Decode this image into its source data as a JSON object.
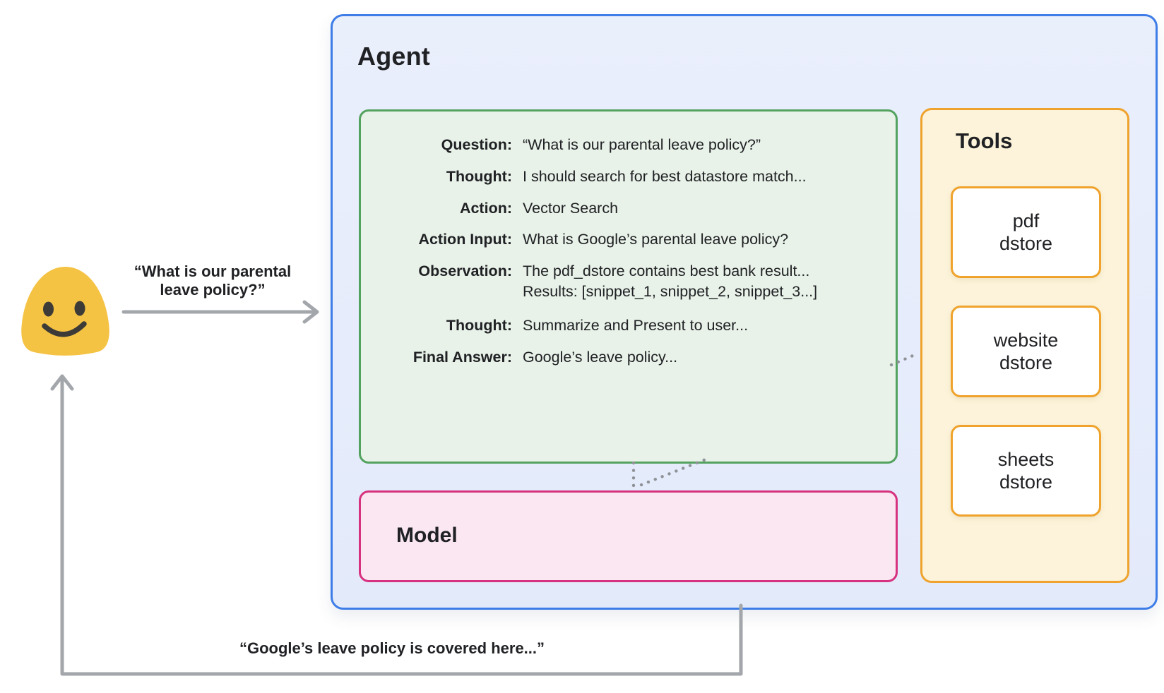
{
  "colors": {
    "agent_fill": "#e6ecfb",
    "agent_border": "#3e7de7",
    "scratchpad_fill": "#e8f2e9",
    "scratchpad_border": "#54a25f",
    "model_fill": "#fae7f1",
    "model_border": "#d6327f",
    "tools_fill": "#fcf3da",
    "tools_border": "#efa32c",
    "tool_card_fill": "#ffffff",
    "arrow_gray": "#a3a7ab",
    "dotted_gray": "#8f9398",
    "emoji_yellow": "#f5c344",
    "text": "#202124"
  },
  "icons": {
    "user": "blob-smiley-icon"
  },
  "user_flow": {
    "request_text": "“What is our parental leave policy?”",
    "response_text": "“Google’s leave policy is covered here...”"
  },
  "agent": {
    "title": "Agent",
    "scratchpad": {
      "rows": [
        {
          "label": "Question:",
          "value": "“What is our parental leave policy?”"
        },
        {
          "label": "Thought:",
          "value": "I should search for best datastore match..."
        },
        {
          "label": "Action:",
          "value": "Vector Search"
        },
        {
          "label": "Action Input:",
          "value": "What is Google’s parental leave policy?"
        },
        {
          "label": "Observation:",
          "value": "The pdf_dstore contains best bank result...",
          "value2": "Results: [snippet_1, snippet_2, snippet_3...]"
        },
        {
          "label": "Thought:",
          "value": "Summarize and Present to user..."
        },
        {
          "label": "Final Answer:",
          "value": "Google’s leave policy..."
        }
      ]
    },
    "model": {
      "label": "Model"
    },
    "tools": {
      "title": "Tools",
      "items": [
        {
          "label": "pdf\ndstore"
        },
        {
          "label": "website\ndstore"
        },
        {
          "label": "sheets\ndstore"
        }
      ]
    }
  }
}
